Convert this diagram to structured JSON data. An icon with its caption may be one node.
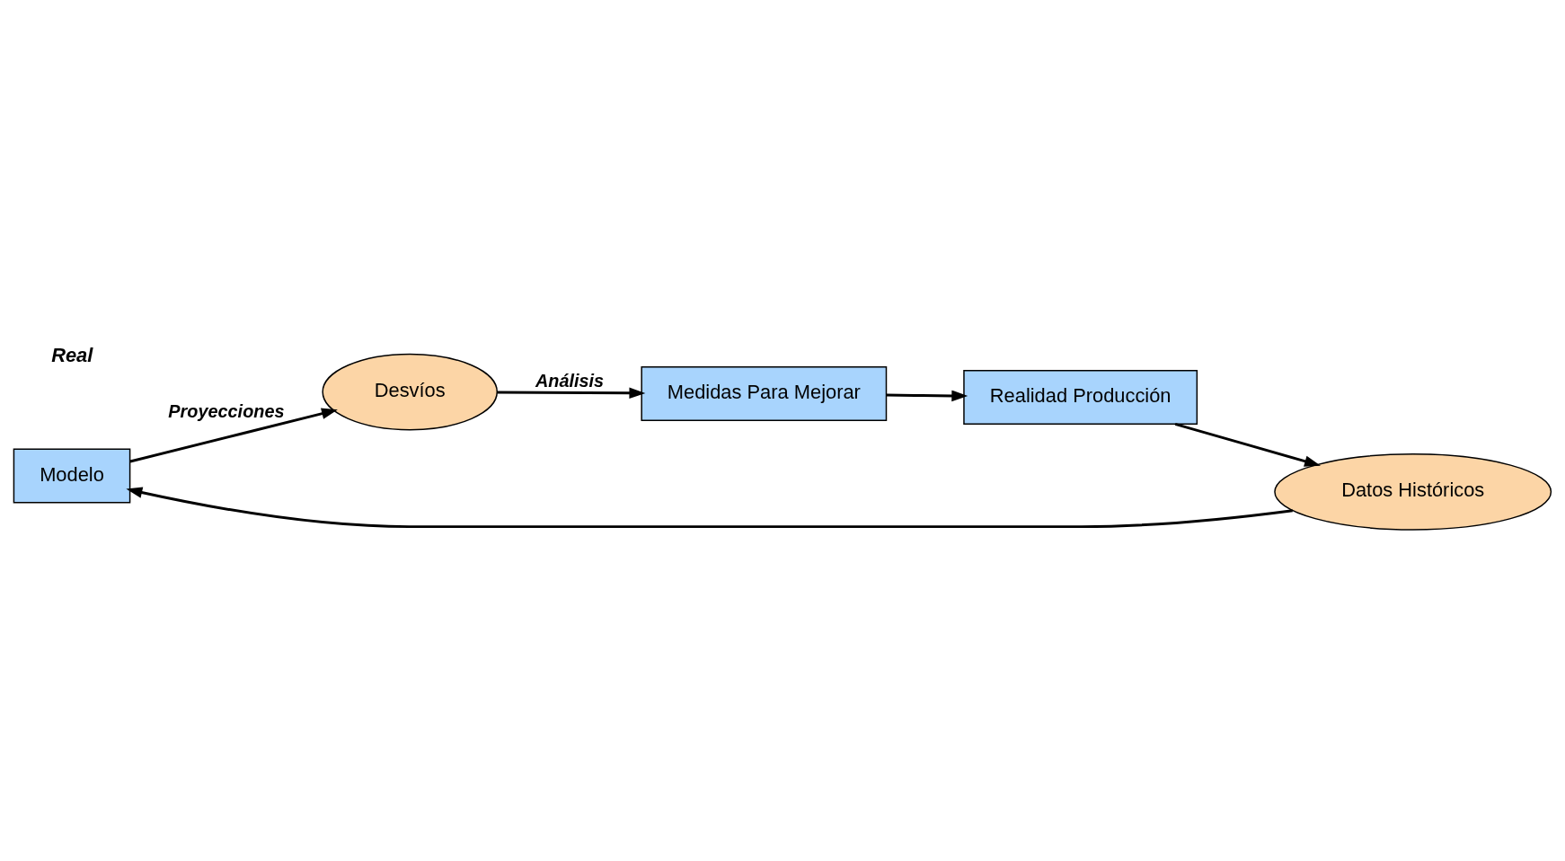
{
  "diagram": {
    "nodes": [
      {
        "text": [
          "Modelo"
        ]
      },
      {
        "text": [
          "Desvíos"
        ]
      },
      {
        "text": [
          "Medidas Para Mejorar"
        ]
      },
      {
        "text": [
          "Realidad Producción"
        ]
      },
      {
        "text": [
          "Datos Históricos"
        ]
      }
    ],
    "edges": [
      {
        "from": 4,
        "to": 0,
        "arrow": "to"
      },
      {
        "from": 0,
        "to": 1,
        "arrow": "to",
        "label": "Proyecciones"
      },
      {
        "from": 1,
        "to": 2,
        "arrow": "to",
        "label": "Análisis"
      },
      {
        "from": 2,
        "to": 3,
        "arrow": "to"
      },
      {
        "from": 3,
        "to": 4,
        "arrow": "to"
      }
    ],
    "labels": [
      "Real"
    ]
  }
}
